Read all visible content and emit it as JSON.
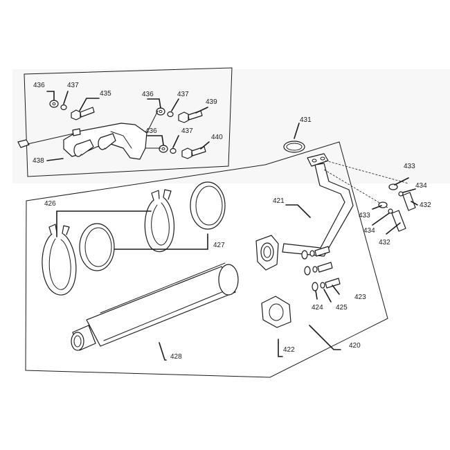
{
  "labels": {
    "p420": "420",
    "p421": "421",
    "p422": "422",
    "p423": "423",
    "p424": "424",
    "p425": "425",
    "p426": "426",
    "p427": "427",
    "p428": "428",
    "p431": "431",
    "p432_top": "432",
    "p432_bottom": "432",
    "p433_top": "433",
    "p433_bottom": "433",
    "p434_top": "434",
    "p434_bottom": "434",
    "p435": "435",
    "p436_a": "436",
    "p436_b": "436",
    "p436_c": "436",
    "p437_a": "437",
    "p437_b": "437",
    "p437_c": "437",
    "p438": "438",
    "p439": "439",
    "p440": "440"
  },
  "colors": {
    "line": "#1a1a1a",
    "background": "#ffffff",
    "panel": "#f7f7f7"
  }
}
